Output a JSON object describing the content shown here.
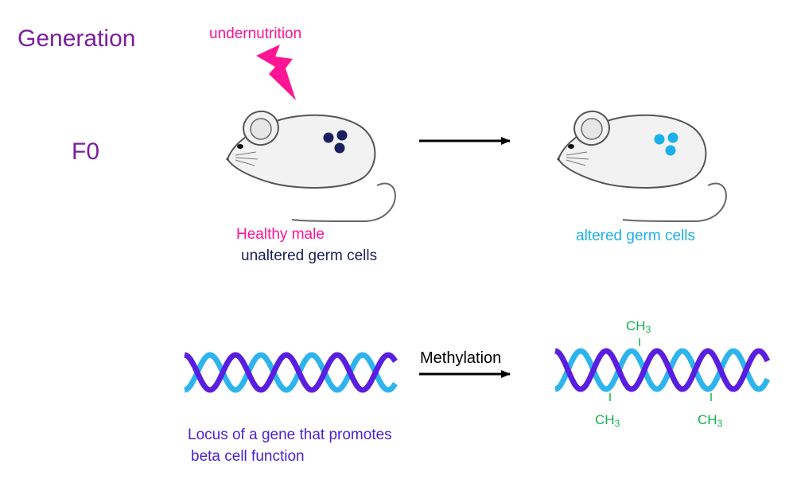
{
  "title": "Generation",
  "generation": "F0",
  "stress_label": "undernutrition",
  "mouse_before": {
    "label": "Healthy male",
    "germ_label": "unaltered germ cells",
    "germ_cells": 3
  },
  "mouse_after": {
    "germ_label": "altered germ cells",
    "germ_cells": 3
  },
  "dna": {
    "process_label": "Methylation",
    "locus_line1": "Locus of a gene that promotes",
    "locus_line2": "beta cell function",
    "methyl": {
      "base": "CH",
      "subscript": "3",
      "count": 3
    }
  },
  "colors": {
    "title": "#7b1f9c",
    "stress": "#ff1493",
    "healthy": "#ff1493",
    "unaltered": "#1a1f5e",
    "altered": "#1ab0ea",
    "locus": "#4a22d8",
    "strand_dark": "#5a1ee0",
    "strand_light": "#2eb4ec",
    "methyl": "#13b04a",
    "mouse_outline": "#555555",
    "mouse_fill": "#f2f2f2",
    "arrow": "#000000"
  },
  "icons": [
    "lightning-bolt-icon",
    "mouse-icon",
    "arrow-right-icon",
    "dna-helix-icon"
  ]
}
